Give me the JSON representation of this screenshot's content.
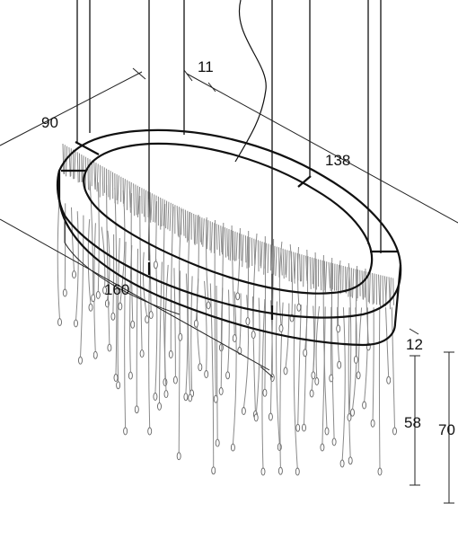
{
  "diagram": {
    "dimensions": {
      "width_top": "90",
      "thickness": "11",
      "depth": "138",
      "length": "160",
      "band_height": "12",
      "drop_length": "58",
      "total_height": "70"
    },
    "colors": {
      "line": "#111111",
      "crystal_strand": "#8a8a8a",
      "background": "#ffffff"
    }
  }
}
